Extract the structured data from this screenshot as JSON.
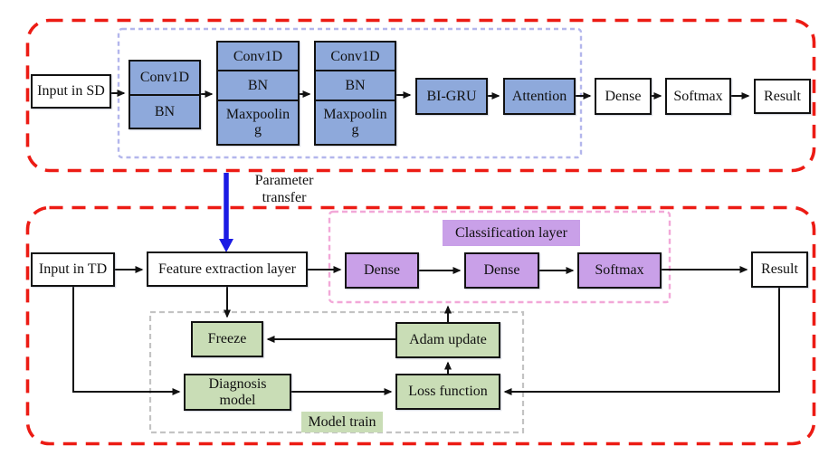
{
  "colors": {
    "red_dashed_border": "#ec1b14",
    "blue_block_fill": "#8ea9db",
    "purple_block_fill": "#c9a0e8",
    "green_block_fill": "#c9ddb6",
    "conv_stack_dashed_border": "#b3b6ec",
    "classification_dashed_border": "#f2a8d8",
    "model_train_dashed_border": "#c3c3c3",
    "transfer_arrow_blue": "#1b1be4"
  },
  "source_pipeline": {
    "input": "Input in SD",
    "conv_block_1": {
      "cells": [
        "Conv1D",
        "BN"
      ]
    },
    "conv_block_2": {
      "cells": [
        "Conv1D",
        "BN",
        "Maxpoolin\ng"
      ]
    },
    "conv_block_3": {
      "cells": [
        "Conv1D",
        "BN",
        "Maxpoolin\ng"
      ]
    },
    "bigru": "BI-GRU",
    "attention": "Attention",
    "dense": "Dense",
    "softmax": "Softmax",
    "result": "Result"
  },
  "transfer": {
    "label": "Parameter\ntransfer"
  },
  "target_pipeline": {
    "input": "Input in TD",
    "feature_extraction": "Feature extraction layer",
    "classification_layer": {
      "title": "Classification layer",
      "dense_1": "Dense",
      "dense_2": "Dense",
      "softmax": "Softmax"
    },
    "result": "Result",
    "model_train": {
      "title": "Model train",
      "freeze": "Freeze",
      "adam_update": "Adam update",
      "diagnosis_model": "Diagnosis\nmodel",
      "loss_function": "Loss function"
    }
  }
}
